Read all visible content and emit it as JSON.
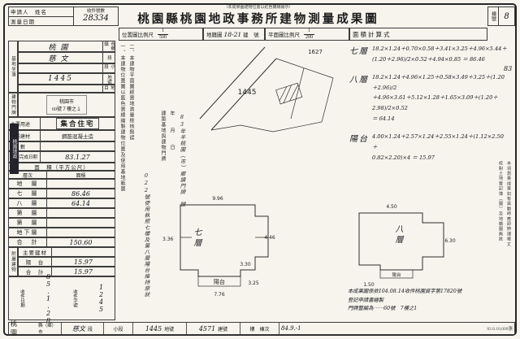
{
  "doc": {
    "title": "桃園縣桃園地政事務所建物測量成果圖",
    "title_note": "（本成果圖建物位置以紅色實線繪示）"
  },
  "header": {
    "applicant_label": "申請人　姓名",
    "survey_date_label": "測量日期",
    "recv_label": "收件號數",
    "recv_no": "28334",
    "scale_loc_label": "位置圖比例尺",
    "scale_loc_num": "1",
    "scale_loc_den": "500",
    "map_label": "地籍圖",
    "map_value": "18-21",
    "map_suffix": "建　號",
    "scale_plan_label": "平面圖比例尺",
    "scale_plan_num": "1",
    "scale_plan_den": "200",
    "calc_label": "面積計算式",
    "dong_label": "棟號",
    "dong_value": "8",
    "margin_note": "83"
  },
  "site": {
    "strip_site": "基地坐落",
    "strip_door": "建物門牌",
    "rows": [
      {
        "value": "桃園",
        "label": "市鄉鎮"
      },
      {
        "value": "慈文",
        "label": "段"
      },
      {
        "value": "",
        "label": "小段"
      },
      {
        "value": "1445",
        "label": "地號"
      },
      {
        "value": "",
        "label": "地目"
      }
    ],
    "door_stamp_line1": "桃園市",
    "door_stamp_line2": "60號７樓之１",
    "usage_label": "主要用途",
    "usage_value": "集合住宅",
    "material_label": "主要建材",
    "material_value": "鋼筋混凝土造",
    "floors_label": "層　數",
    "floors_value": "",
    "complete_label": "建築完成日期",
    "complete_value": "83.1.27"
  },
  "area": {
    "title": "面　積（平方公尺）",
    "col_floor": "層次",
    "col_area": "面積",
    "rows": [
      {
        "label": "地　層",
        "value": ""
      },
      {
        "label": "七　層",
        "value": "86.46"
      },
      {
        "label": "八　層",
        "value": "64.14"
      },
      {
        "label": "第　層",
        "value": ""
      },
      {
        "label": "第　層",
        "value": ""
      },
      {
        "label": "地下層",
        "value": ""
      },
      {
        "label": "合　計",
        "value": "150.60"
      }
    ],
    "annex_strip": "附屬建物",
    "annex_rows": [
      {
        "label": "主要建材",
        "value": ""
      },
      {
        "label": "陽　台",
        "value": "15.97"
      },
      {
        "label": "合　計",
        "value": "15.97"
      }
    ]
  },
  "stamps": {
    "office_stamp": "桃園地政",
    "recv_date_label": "收件日期",
    "recv_date": "85.1.28",
    "recv_no_label": "收件字號",
    "recv_no": "1245",
    "check_stamp1": "校對土地登記簿（圖）及地籍圖無訛",
    "check_stamp2": "本項測量成果如有異動時應即辦理複丈",
    "print_info": "82.6.10,000張"
  },
  "notes": {
    "note1": "一、本建物位置圖以藍色實線繪製建物位置及使用基地範圍",
    "note2": "二、本建物平面圖經實地測量檢核無誤",
    "site_door_label": "建築基地與建物門牌",
    "date_blank": "年　　月　　日",
    "door_hand": "83年半桃園（市）鄉鎮門牌　號",
    "remark_hand": "022號使用執照七樓及第八層陽台維持原狀"
  },
  "sketch": {
    "parcel": "1445",
    "neighbor": "1627"
  },
  "plan7": {
    "label": "七層",
    "dim_top": "9.96",
    "dim_left": "3.36",
    "dim_right": "4.46",
    "dim_inner": "3.30",
    "dim_bottom": "7.76",
    "balcony": "陽台",
    "dim_balcony": "3.25"
  },
  "plan8": {
    "label": "八層",
    "dim_top": "4.50",
    "dim_right": "6.30",
    "dim_bottom": "1.50",
    "balcony": "陽台"
  },
  "calc": {
    "floor7_label": "七層",
    "floor7_line1": "18.2×1.24＋0.70×0.58＋3.41×3.25＋4.96×5.44＋",
    "floor7_line2": "(1.20＋2.96)/2×0.52＋4.94×0.85 ＝ 86.46",
    "floor8_label": "八層",
    "floor8_line1": "18.2×1.24＋4.96×1.25＋0.58×3.49＋3.25＋(1.20＋2.96)/2",
    "floor8_line2": "＋4.96×3.61＋5.12×1.28＋1.65×3.09＋(1.20＋2.98)/2×0.52",
    "floor8_line3": "＝ 64.14",
    "balcony_label": "陽台",
    "balcony_line1": "4.00×1.24＋2.57×1.24＋2.55×1.24＋(1.12×2.50＋",
    "balcony_line2": "0.82×2.20)×4 ＝ 15.97"
  },
  "bottom_notes": {
    "line1": "本成果圖係依104.08.14收件桃園資字第17820號",
    "line2": "登記申請書繪製",
    "line3": "門牌整編為⋯⋯60號　7樓之1"
  },
  "footer": {
    "county": "桃　園",
    "county_suffix": "縣（鄉）市",
    "section_value": "慈文",
    "section_label": "段",
    "subsection_label": "小段",
    "parcel_value": "1445",
    "parcel_label": "地號",
    "building_value": "4571",
    "building_label": "建號",
    "floor_label": "樓　棟次",
    "hand_note": "84.9.-1"
  }
}
